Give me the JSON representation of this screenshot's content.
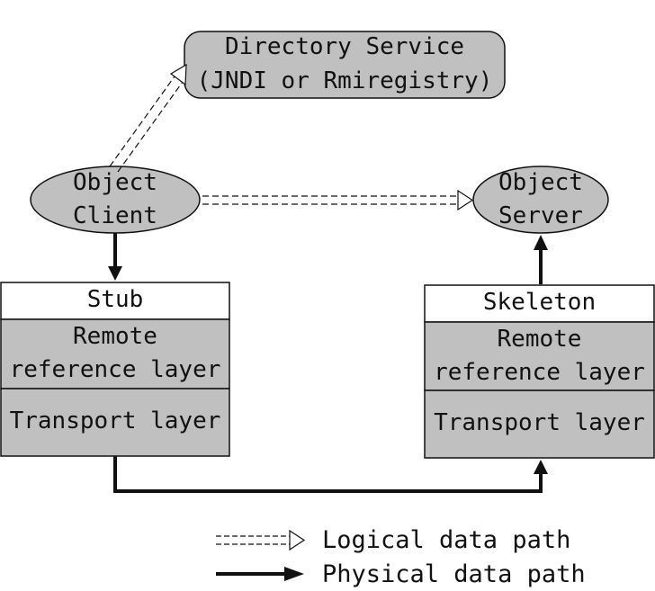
{
  "directory": {
    "line1": "Directory Service",
    "line2": "(JNDI or Rmiregistry)"
  },
  "client": {
    "line1": "Object",
    "line2": "Client"
  },
  "server": {
    "line1": "Object",
    "line2": "Server"
  },
  "client_stack": {
    "top": "Stub",
    "middle_line1": "Remote",
    "middle_line2": "reference layer",
    "bottom": "Transport layer"
  },
  "server_stack": {
    "top": "Skeleton",
    "middle_line1": "Remote",
    "middle_line2": "reference layer",
    "bottom": "Transport layer"
  },
  "legend": {
    "logical": "Logical data path",
    "physical": "Physical data path"
  },
  "colors": {
    "node_fill": "#c0c0c0",
    "layer_fill": "#c0c0c0",
    "stroke": "#111111"
  }
}
